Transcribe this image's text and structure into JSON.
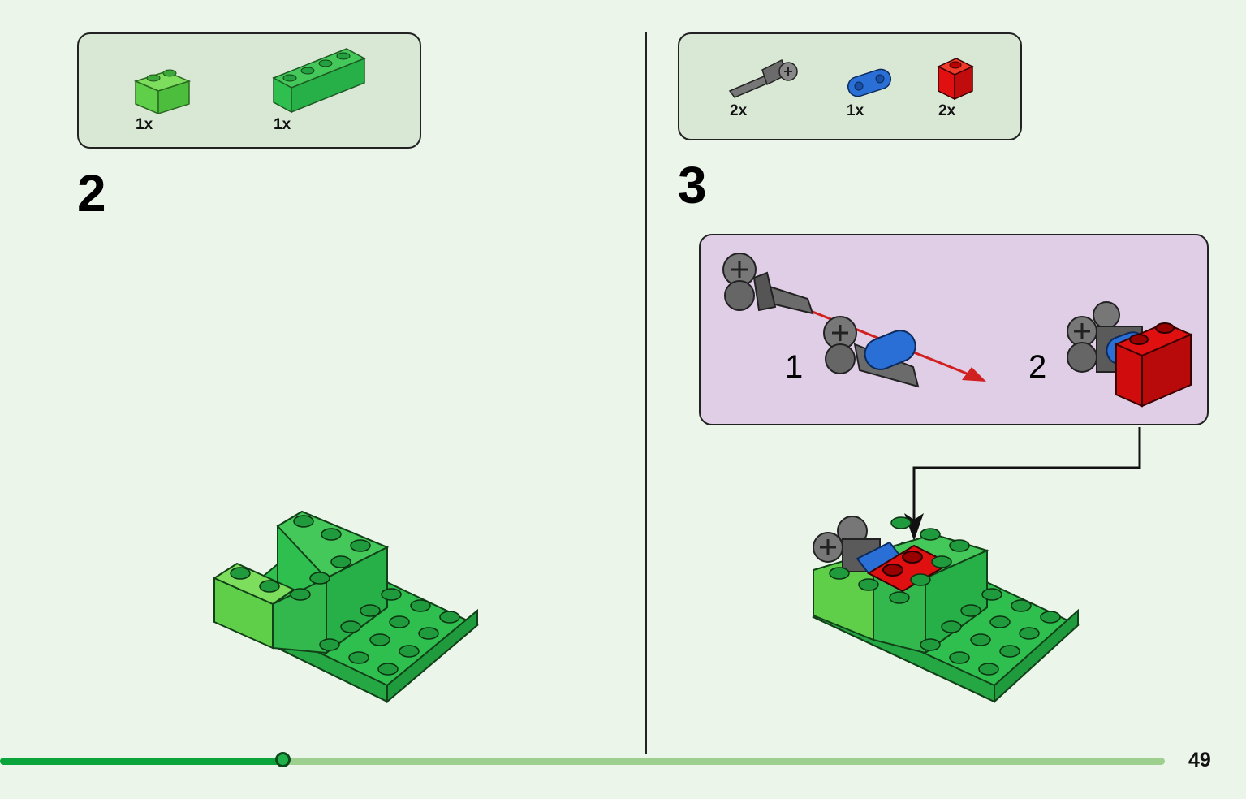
{
  "left_step": {
    "number": "2",
    "parts": [
      {
        "qty": "1x",
        "icon": "green-brick-1x2-icon",
        "color": "#5fcf4a"
      },
      {
        "qty": "1x",
        "icon": "green-brick-1x4-icon",
        "color": "#2fbf4f"
      }
    ]
  },
  "right_step": {
    "number": "3",
    "parts": [
      {
        "qty": "2x",
        "icon": "gray-axle-pin-icon",
        "color": "#6b6b6b"
      },
      {
        "qty": "1x",
        "icon": "blue-connector-icon",
        "color": "#2a6fd6"
      },
      {
        "qty": "2x",
        "icon": "red-brick-icon",
        "color": "#e01010"
      }
    ],
    "sub_steps": [
      "1",
      "2"
    ]
  },
  "footer": {
    "page_number": "49",
    "progress_fraction": 0.243
  },
  "colors": {
    "background": "#ebf5ea",
    "parts_box": "#d9e8d5",
    "callout": "#e0cde6",
    "progress": "#0aa53a",
    "progress_track": "#9dcf8f",
    "lego_green": "#2fbf4f",
    "lego_light_green": "#5fcf4a",
    "lego_red": "#e01010",
    "lego_blue": "#2a6fd6",
    "lego_gray": "#6b6b6b"
  }
}
